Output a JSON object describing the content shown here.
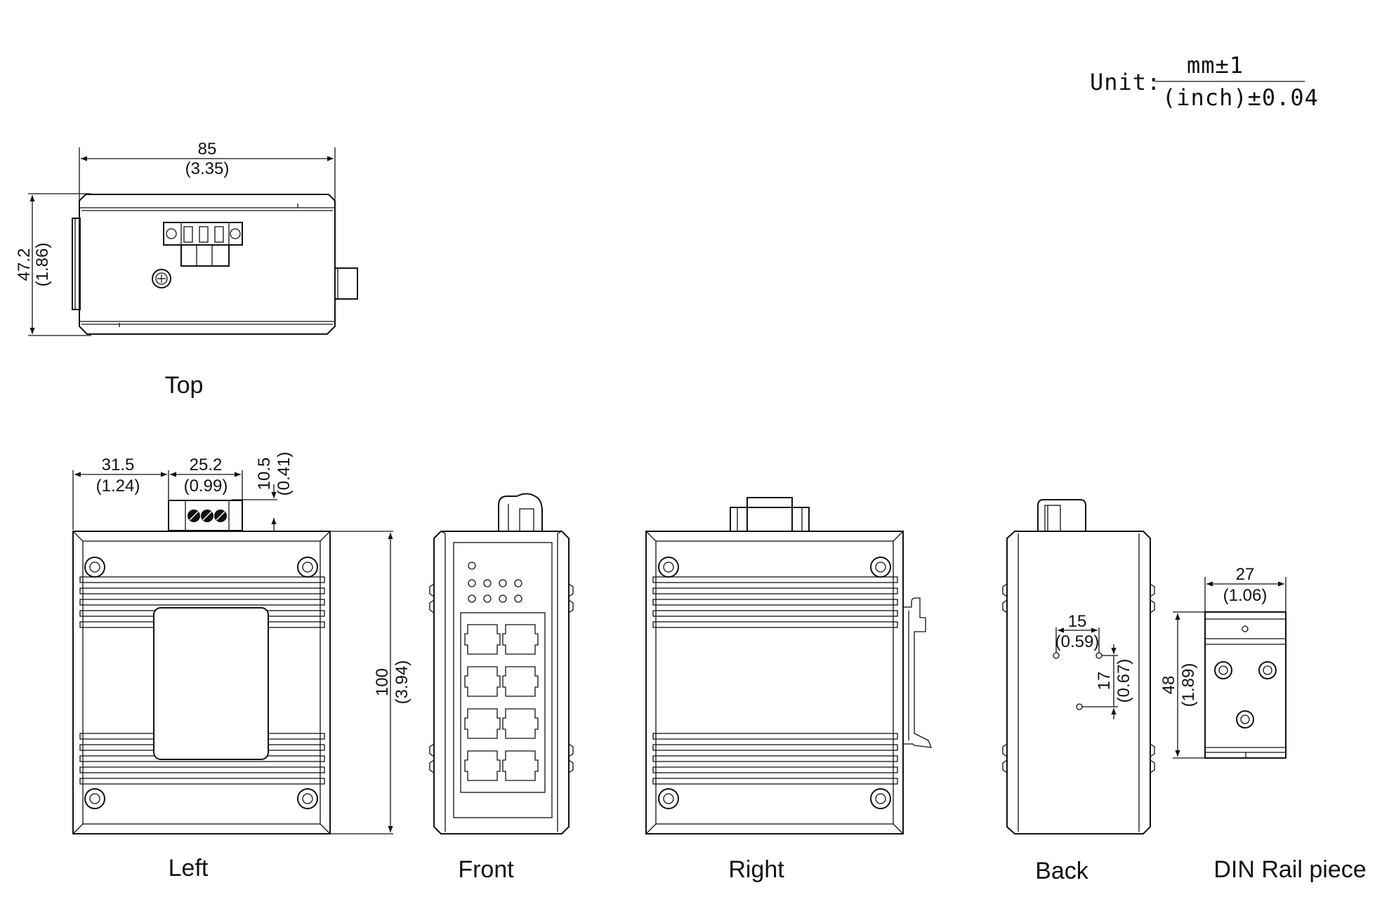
{
  "unit": {
    "prefix": "Unit:",
    "numerator": "mm±1",
    "denominator": "(inch)±0.04"
  },
  "views": {
    "top": "Top",
    "left": "Left",
    "front": "Front",
    "right": "Right",
    "back": "Back",
    "din_rail": "DIN Rail piece"
  },
  "dimensions": {
    "top_width_mm": "85",
    "top_width_in": "(3.35)",
    "top_depth_mm": "47.2",
    "top_depth_in": "(1.86)",
    "left_offset_mm": "31.5",
    "left_offset_in": "(1.24)",
    "terminal_width_mm": "25.2",
    "terminal_width_in": "(0.99)",
    "terminal_height_mm": "10.5",
    "terminal_height_in": "(0.41)",
    "height_mm": "100",
    "height_in": "(3.94)",
    "back_hole_h_mm": "15",
    "back_hole_h_in": "(0.59)",
    "back_hole_v_mm": "17",
    "back_hole_v_in": "(0.67)",
    "din_width_mm": "27",
    "din_width_in": "(1.06)",
    "din_height_mm": "48",
    "din_height_in": "(1.89)"
  }
}
